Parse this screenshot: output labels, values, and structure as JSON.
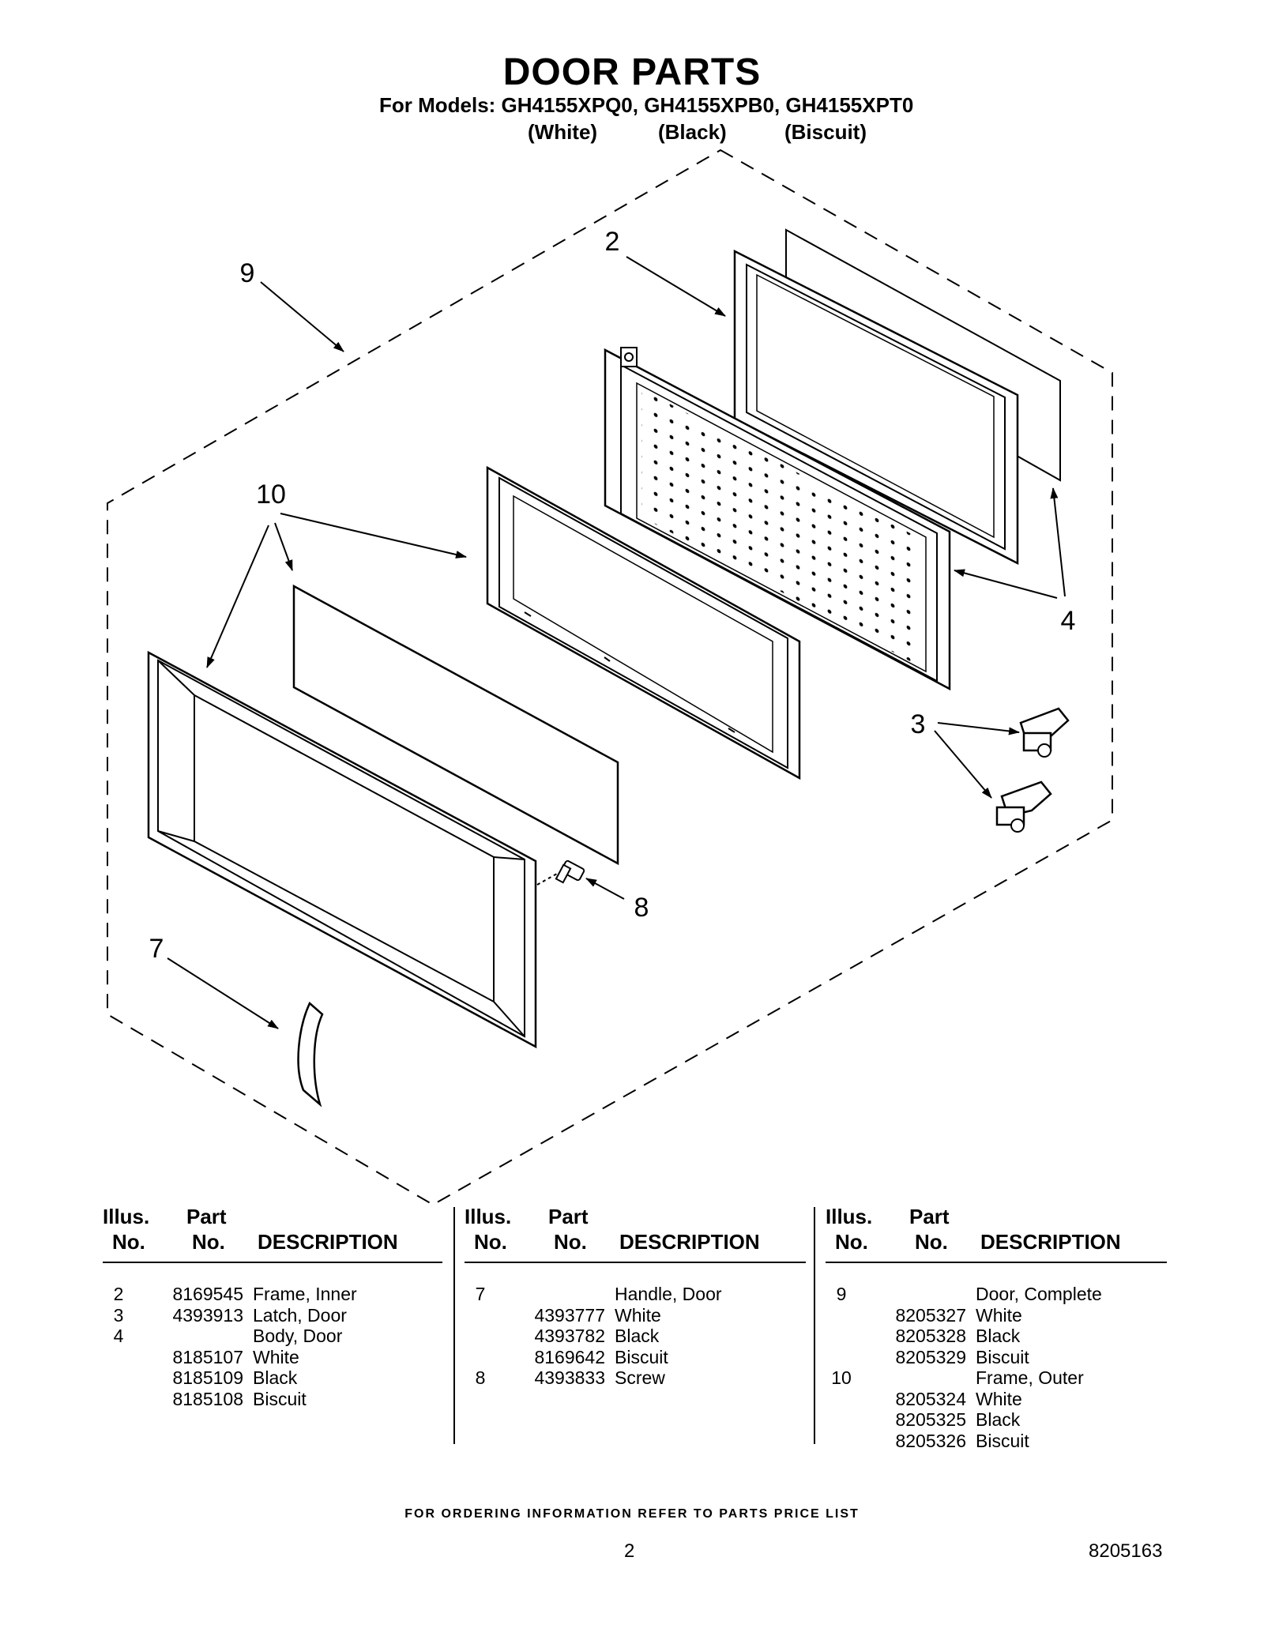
{
  "title": "DOOR PARTS",
  "models_line": "For Models: GH4155XPQ0, GH4155XPB0, GH4155XPT0",
  "model_colors": [
    "(White)",
    "(Black)",
    "(Biscuit)"
  ],
  "callouts": [
    "2",
    "9",
    "10",
    "4",
    "3",
    "8",
    "7"
  ],
  "table_headers": {
    "illus_top": "Illus.",
    "illus_bottom": "No.",
    "part_top": "Part",
    "part_bottom": "No.",
    "description": "DESCRIPTION"
  },
  "columns": [
    [
      {
        "illus": "2",
        "part": "8169545",
        "desc": "Frame, Inner"
      },
      {
        "illus": "3",
        "part": "4393913",
        "desc": "Latch, Door"
      },
      {
        "illus": "4",
        "part": "",
        "desc": "Body, Door"
      },
      {
        "illus": "",
        "part": "8185107",
        "desc": "White"
      },
      {
        "illus": "",
        "part": "8185109",
        "desc": "Black"
      },
      {
        "illus": "",
        "part": "8185108",
        "desc": "Biscuit"
      }
    ],
    [
      {
        "illus": "7",
        "part": "",
        "desc": "Handle, Door"
      },
      {
        "illus": "",
        "part": "4393777",
        "desc": "White"
      },
      {
        "illus": "",
        "part": "4393782",
        "desc": "Black"
      },
      {
        "illus": "",
        "part": "8169642",
        "desc": "Biscuit"
      },
      {
        "illus": "8",
        "part": "4393833",
        "desc": "Screw"
      }
    ],
    [
      {
        "illus": "9",
        "part": "",
        "desc": "Door, Complete"
      },
      {
        "illus": "",
        "part": "8205327",
        "desc": "White"
      },
      {
        "illus": "",
        "part": "8205328",
        "desc": "Black"
      },
      {
        "illus": "",
        "part": "8205329",
        "desc": "Biscuit"
      },
      {
        "illus": "10",
        "part": "",
        "desc": "Frame, Outer"
      },
      {
        "illus": "",
        "part": "8205324",
        "desc": "White"
      },
      {
        "illus": "",
        "part": "8205325",
        "desc": "Black"
      },
      {
        "illus": "",
        "part": "8205326",
        "desc": "Biscuit"
      }
    ]
  ],
  "footer": "FOR ORDERING INFORMATION REFER TO PARTS PRICE LIST",
  "page_number": "2",
  "document_number": "8205163"
}
